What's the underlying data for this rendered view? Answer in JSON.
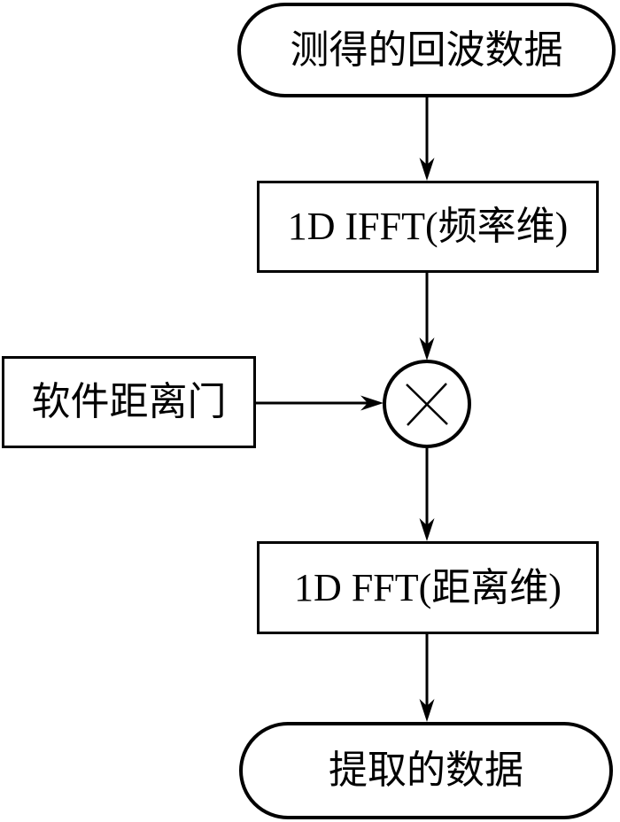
{
  "diagram": {
    "type": "flowchart",
    "colors": {
      "stroke": "#000000",
      "background": "#ffffff",
      "text": "#000000"
    },
    "nodes": [
      {
        "id": "echo-data",
        "shape": "terminator",
        "label": "测得的回波数据"
      },
      {
        "id": "ifft-frequency",
        "shape": "process",
        "label": "1D IFFT(频率维)"
      },
      {
        "id": "software-gate",
        "shape": "process",
        "label": "软件距离门"
      },
      {
        "id": "multiply",
        "shape": "operator",
        "symbol": "×",
        "icon": "multiply-icon"
      },
      {
        "id": "fft-range",
        "shape": "process",
        "label": "1D FFT(距离维)"
      },
      {
        "id": "extracted-data",
        "shape": "terminator",
        "label": "提取的数据"
      }
    ],
    "edges": [
      {
        "from": "echo-data",
        "to": "ifft-frequency",
        "direction": "down"
      },
      {
        "from": "ifft-frequency",
        "to": "multiply",
        "direction": "down"
      },
      {
        "from": "software-gate",
        "to": "multiply",
        "direction": "right"
      },
      {
        "from": "multiply",
        "to": "fft-range",
        "direction": "down"
      },
      {
        "from": "fft-range",
        "to": "extracted-data",
        "direction": "down"
      }
    ]
  }
}
